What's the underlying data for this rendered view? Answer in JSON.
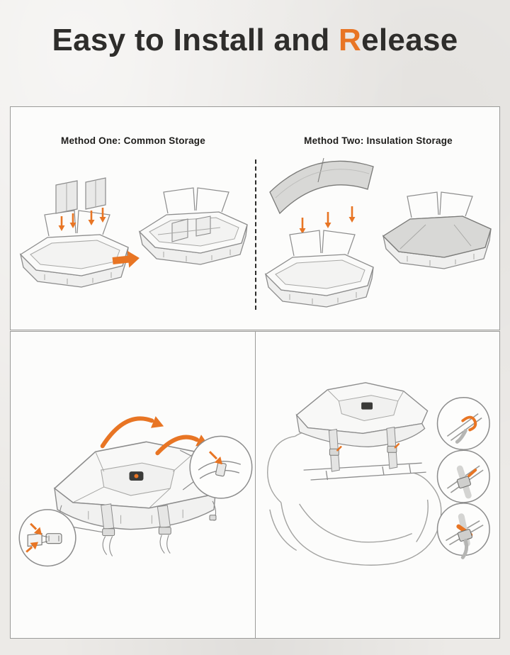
{
  "title": {
    "part1": "Easy to Install and ",
    "highlight": "R",
    "part2": "elease"
  },
  "methods": {
    "one": "Method One: Common Storage",
    "two": "Method Two:  Insulation Storage"
  },
  "colors": {
    "accent_orange": "#E87524",
    "heading_text": "#2E2D2B",
    "label_text": "#1E1D1B",
    "line_art_gray": "#8C8C8C",
    "page_background": "#ECEAE7",
    "panel_background": "#FCFCFB",
    "panel_border": "#9B9B99",
    "insulation_lid_fill": "#D8D8D6"
  },
  "illustrations": {
    "method_one_alt": "Divider panels dropped into open storage box, then shown installed",
    "method_two_alt": "Insulated lid lowered onto storage box, then shown fitted",
    "install_alt": "Cargo bag lid opening with buckle close-up callouts",
    "mounting_alt": "Cargo bag strapped onto ATV rear rack with three strap detail callouts"
  }
}
